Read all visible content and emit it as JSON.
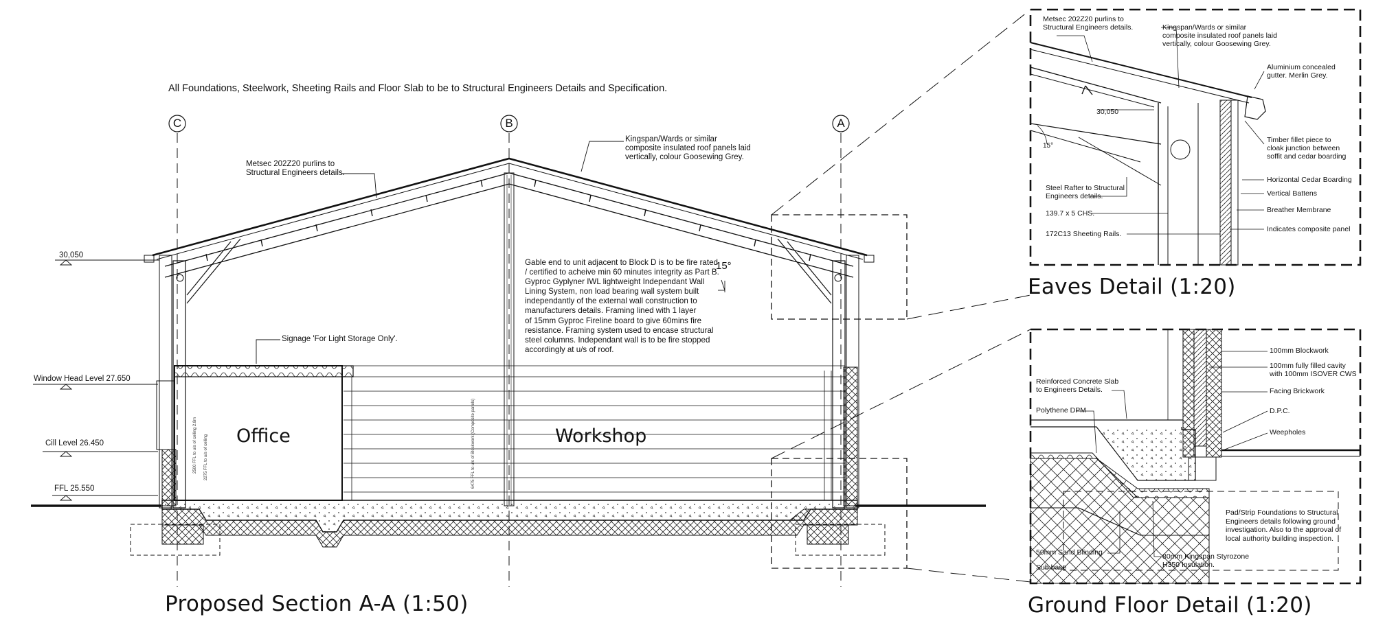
{
  "general_note": "All Foundations, Steelwork, Sheeting Rails and Floor Slab to be to Structural Engineers Details and Specification.",
  "grid": {
    "c": "C",
    "b": "B",
    "a": "A"
  },
  "section": {
    "title": "Proposed Section A-A (1:50)",
    "rooms": {
      "office": "Office",
      "workshop": "Workshop"
    },
    "angle": "15°",
    "levels": {
      "ridge": "30,050",
      "window_head": "Window Head Level 27.650",
      "cill": "Cill Level 26.450",
      "ffl": "FFL 25.550"
    },
    "notes": {
      "purlins": "Metsec 202Z20 purlins to\nStructural Engineers details.",
      "roof_panels": "Kingspan/Wards or similar\ncomposite insulated roof panels laid\nvertically, colour Goosewing Grey.",
      "signage": "Signage 'For Light Storage Only'.",
      "gable": "Gable end to unit adjacent to Block D is to be fire rated\n/ certified to acheive min 60 minutes integrity as Part B.\nGyproc Gyplyner IWL lightweight Independant Wall\nLining System, non load bearing wall system built\nindependantly of the external wall construction to\nmanufacturers details. Framing lined with 1 layer\nof 15mm Gyproc Fireline board to give 60mins fire\nresistance. Framing system used to encase structural\nsteel columns. Independant wall is to be fire stopped\naccordingly at u/s of roof."
    },
    "dims": {
      "d1": "2500 FFL to u/s of ceiling 2.8m",
      "d2": "2275 FFL to u/s of ceiling",
      "d3": "6475 FFL to u/s of Blockwork (Composite panels)"
    }
  },
  "eaves": {
    "title": "Eaves Detail (1:20)",
    "level": "30,050",
    "angle": "15°",
    "notes": {
      "purlins": "Metsec 202Z20 purlins to\nStructural Engineers details.",
      "roof_panels": "Kingspan/Wards or similar\ncomposite insulated roof panels laid\nvertically, colour Goosewing Grey.",
      "gutter": "Aluminium concealed\ngutter. Merlin Grey.",
      "fillet": "Timber fillet piece to\ncloak junction between\nsoffit and cedar boarding",
      "boarding": "Horizontal Cedar Boarding",
      "battens": "Vertical Battens",
      "membrane": "Breather Membrane",
      "composite": "Indicates composite panel",
      "rafter": "Steel Rafter to Structural\nEngineers details.",
      "chs": "139.7 x 5 CHS.",
      "rails": "172C13 Sheeting Rails."
    }
  },
  "ground": {
    "title": "Ground Floor Detail (1:20)",
    "notes": {
      "blockwork": "100mm Blockwork",
      "cavity": "100mm fully filled cavity\nwith 100mm ISOVER CWS",
      "slab": "Reinforced Concrete Slab\nto Engineers Details.",
      "brickwork": "Facing Brickwork",
      "dpm": "Polythene DPM",
      "dpc": "D.P.C.",
      "weepholes": "Weepholes",
      "pad": "Pad/Strip Foundations to Structural\nEngineers details following ground\ninvestigation. Also to the approval of\nlocal authority building inspection.",
      "blinding": "50mm Sand Blinding",
      "insulation": "80mm Kingspan Styrozone\nH350 Insulation.",
      "subbase": "Sub base"
    }
  }
}
